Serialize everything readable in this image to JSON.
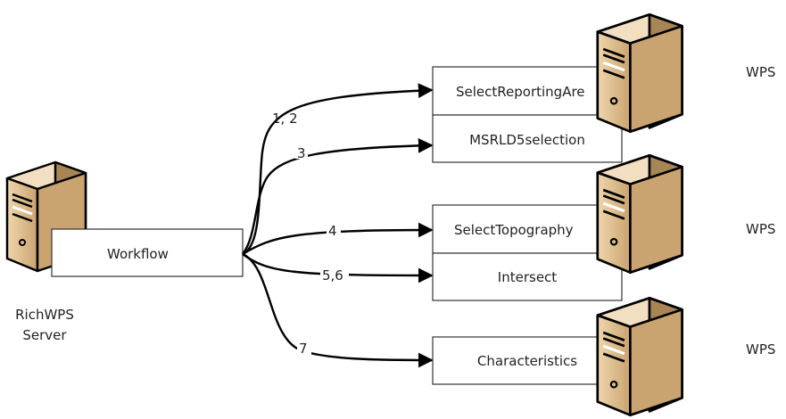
{
  "server": {
    "label_line1": "RichWPS",
    "label_line2": "Server"
  },
  "workflow": {
    "label": "Workflow"
  },
  "wps_labels": [
    "WPS",
    "WPS",
    "WPS"
  ],
  "processes": [
    {
      "label": "SelectReportingAre"
    },
    {
      "label": "MSRLD5selection"
    },
    {
      "label": "SelectTopography"
    },
    {
      "label": "Intersect"
    },
    {
      "label": "Characteristics"
    }
  ],
  "edges": [
    {
      "label": "1, 2"
    },
    {
      "label": "3"
    },
    {
      "label": "4"
    },
    {
      "label": "5,6"
    },
    {
      "label": "7"
    }
  ],
  "colors": {
    "tower_front": "#d9b98a",
    "tower_side": "#a88555",
    "tower_top": "#f2dfc1",
    "stroke": "#000000"
  }
}
